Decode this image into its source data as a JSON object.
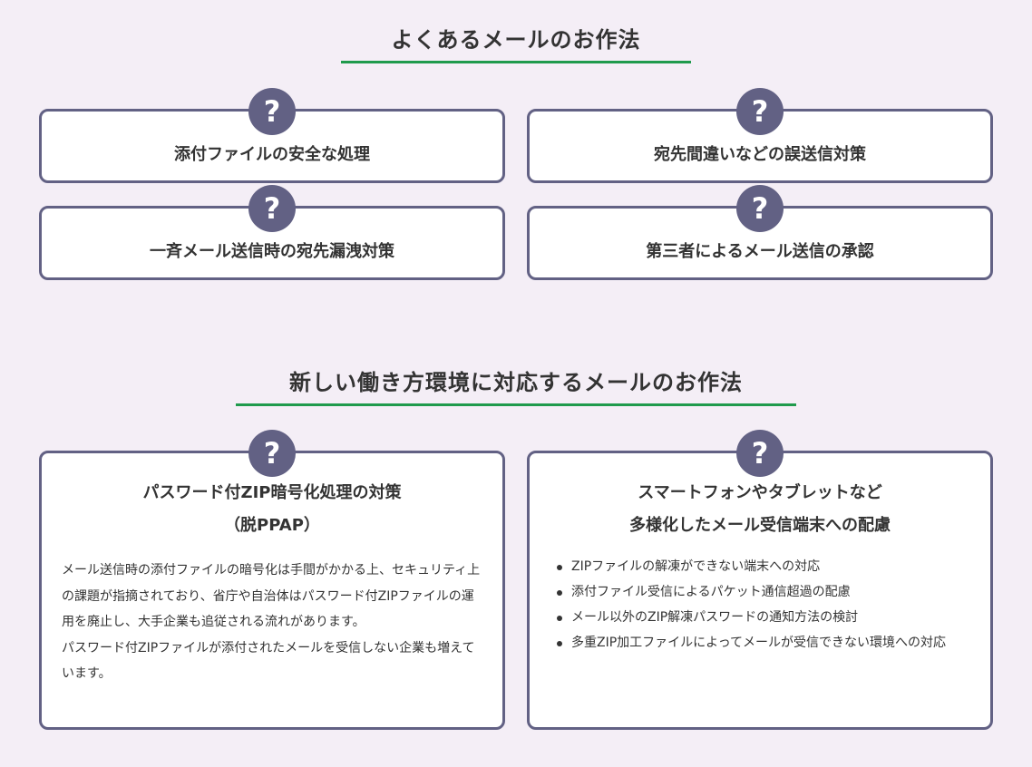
{
  "section1": {
    "title": "よくあるメールのお作法",
    "cards": [
      {
        "icon": "question-icon",
        "badge": "?",
        "label": "添付ファイルの安全な処理"
      },
      {
        "icon": "question-icon",
        "badge": "?",
        "label": "宛先間違いなどの誤送信対策"
      },
      {
        "icon": "question-icon",
        "badge": "?",
        "label": "一斉メール送信時の宛先漏洩対策"
      },
      {
        "icon": "question-icon",
        "badge": "?",
        "label": "第三者によるメール送信の承認"
      }
    ]
  },
  "section2": {
    "title": "新しい働き方環境に対応するメールのお作法",
    "card_left": {
      "badge": "?",
      "title_line1": "パスワード付ZIP暗号化処理の対策",
      "title_line2": "（脱PPAP）",
      "paragraphs": [
        "メール送信時の添付ファイルの暗号化は手間がかかる上、セキュリティ上の課題が指摘されており、省庁や自治体はパスワード付ZIPファイルの運用を廃止し、大手企業も追従される流れがあります。",
        "パスワード付ZIPファイルが添付されたメールを受信しない企業も増えています。"
      ]
    },
    "card_right": {
      "badge": "?",
      "title_line1": "スマートフォンやタブレットなど",
      "title_line2": "多様化したメール受信端末への配慮",
      "bullets": [
        "ZIPファイルの解凍ができない端末への対応",
        "添付ファイル受信によるパケット通信超過の配慮",
        "メール以外のZIP解凍パスワードの通知方法の検討",
        "多重ZIP加工ファイルによってメールが受信できない環境への対応"
      ]
    }
  },
  "colors": {
    "background": "#f4eef6",
    "card_border": "#626184",
    "badge": "#626184",
    "accent_line": "#1f9a4c",
    "text": "#333333"
  }
}
